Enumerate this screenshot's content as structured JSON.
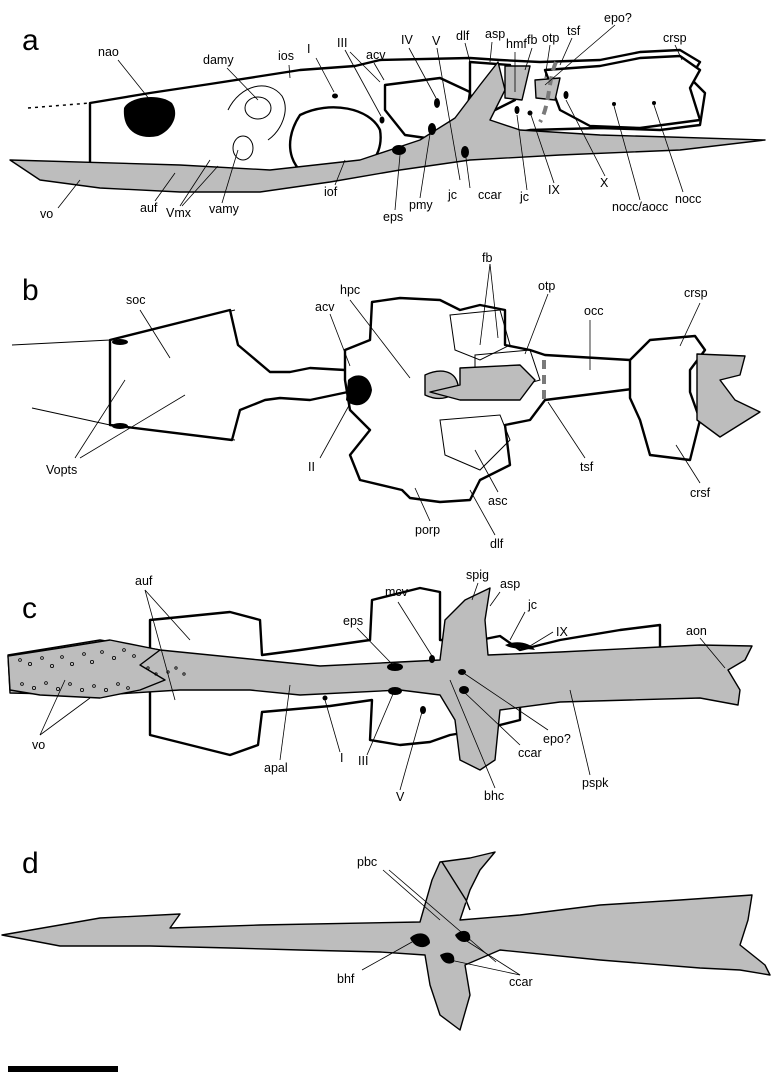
{
  "panels": {
    "a": {
      "letter": "a",
      "labels": {
        "nao": "nao",
        "damy": "damy",
        "ios": "ios",
        "I": "I",
        "III": "III",
        "acv": "acv",
        "IV": "IV",
        "V": "V",
        "dlf": "dlf",
        "asp": "asp",
        "hmf": "hmf",
        "fb": "fb",
        "otp": "otp",
        "tsf": "tsf",
        "epo": "epo?",
        "crsp": "crsp",
        "vo": "vo",
        "auf": "auf",
        "Vmx": "Vmx",
        "vamy": "vamy",
        "iof": "iof",
        "eps": "eps",
        "pmy": "pmy",
        "jc1": "jc",
        "ccar": "ccar",
        "jc2": "jc",
        "IX": "IX",
        "X": "X",
        "noccaocc": "nocc/aocc",
        "nocc": "nocc"
      }
    },
    "b": {
      "letter": "b",
      "labels": {
        "soc": "soc",
        "acv": "acv",
        "hpc": "hpc",
        "fb": "fb",
        "otp": "otp",
        "occ": "occ",
        "crsp": "crsp",
        "Vopts": "Vopts",
        "II": "II",
        "tsf": "tsf",
        "crsf": "crsf",
        "asc": "asc",
        "porp": "porp",
        "dlf": "dlf"
      }
    },
    "c": {
      "letter": "c",
      "labels": {
        "auf": "auf",
        "mcv": "mcv",
        "spig": "spig",
        "asp": "asp",
        "eps": "eps",
        "jc": "jc",
        "IX": "IX",
        "aon": "aon",
        "vo": "vo",
        "apal": "apal",
        "I": "I",
        "III": "III",
        "V": "V",
        "bhc": "bhc",
        "ccar": "ccar",
        "epo": "epo?",
        "pspk": "pspk"
      }
    },
    "d": {
      "letter": "d",
      "labels": {
        "pbc": "pbc",
        "bhf": "bhf",
        "ccar": "ccar"
      }
    }
  },
  "colors": {
    "parasphenoid": "#bdbdbd",
    "outline": "#000000",
    "scale_bar": "#000000",
    "dashed_suture": "#7a7a7a"
  }
}
